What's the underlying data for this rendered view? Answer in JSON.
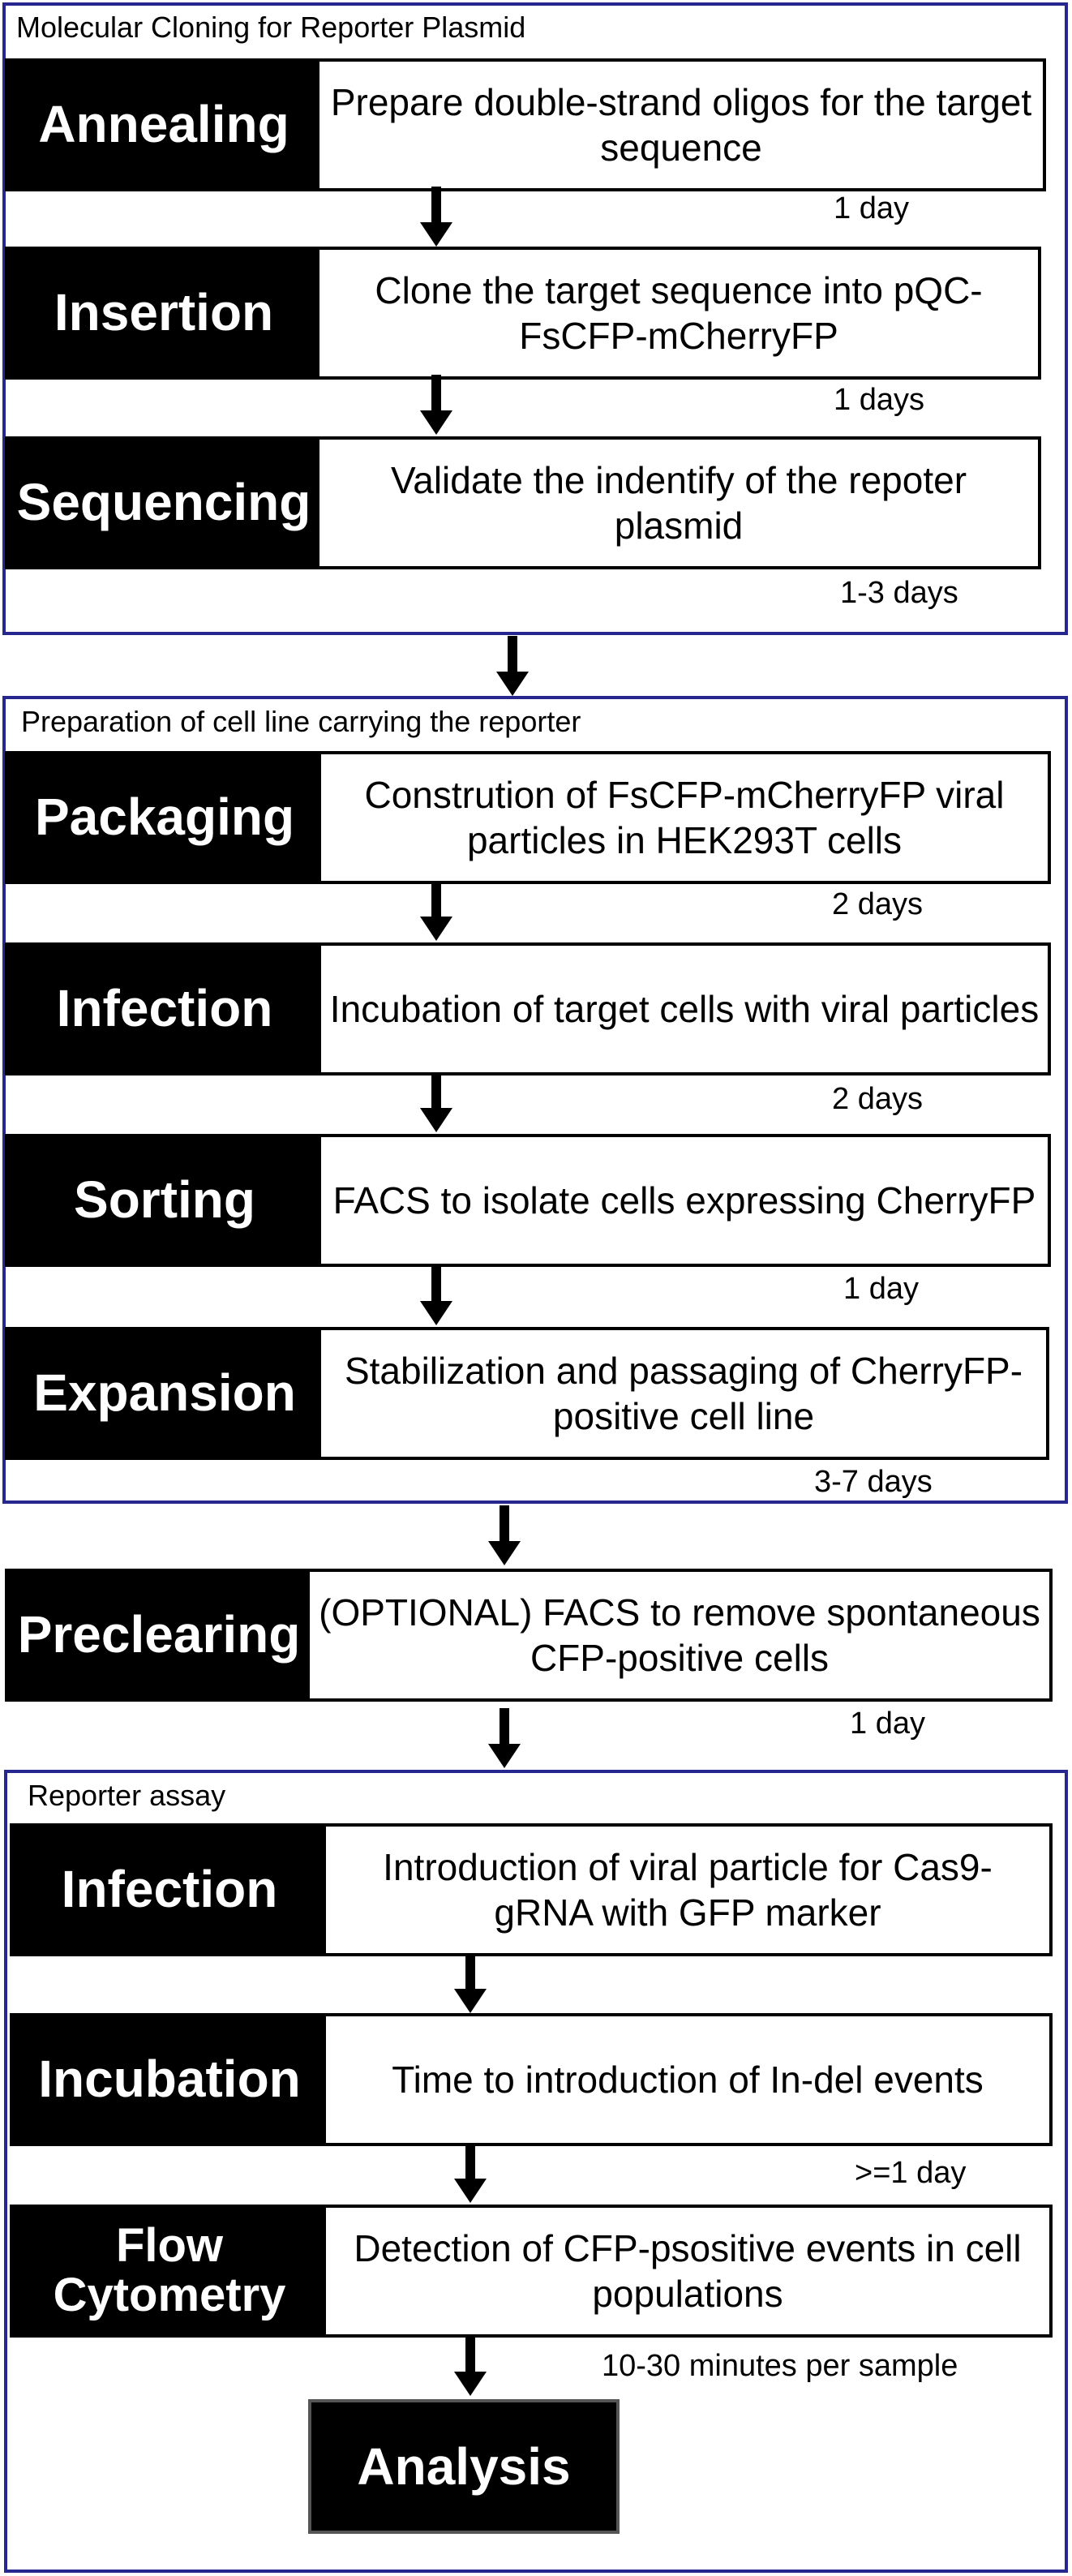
{
  "sections": [
    {
      "title": "Molecular Cloning for Reporter Plasmid",
      "steps": [
        {
          "label": "Annealing",
          "description": "Prepare double-strand oligos for the target sequence",
          "duration": "1 day"
        },
        {
          "label": "Insertion",
          "description": "Clone the target sequence into pQC-FsCFP-mCherryFP",
          "duration": "1 days"
        },
        {
          "label": "Sequencing",
          "description": "Validate the indentify of the repoter plasmid",
          "duration": "1-3 days"
        }
      ]
    },
    {
      "title": "Preparation of cell line carrying the reporter",
      "steps": [
        {
          "label": "Packaging",
          "description": "Constrution of FsCFP-mCherryFP viral particles in HEK293T cells",
          "duration": "2 days"
        },
        {
          "label": "Infection",
          "description": "Incubation of target cells with viral particles",
          "duration": "2 days"
        },
        {
          "label": "Sorting",
          "description": "FACS to isolate cells expressing CherryFP",
          "duration": "1 day"
        },
        {
          "label": "Expansion",
          "description": "Stabilization and passaging of CherryFP-positive cell line",
          "duration": "3-7 days"
        }
      ]
    },
    {
      "title": "",
      "steps": [
        {
          "label": "Preclearing",
          "description": "(OPTIONAL) FACS to remove spontaneous CFP-positive cells",
          "duration": "1 day"
        }
      ]
    },
    {
      "title": "Reporter assay",
      "steps": [
        {
          "label": "Infection",
          "description": "Introduction of viral particle for Cas9-gRNA with GFP marker",
          "duration": ""
        },
        {
          "label": "Incubation",
          "description": "Time to introduction of In-del events",
          "duration": ">=1 day"
        },
        {
          "label": "Flow Cytometry",
          "description": "Detection of CFP-psositive events in cell populations",
          "duration": "10-30  minutes per sample"
        }
      ]
    }
  ],
  "final_step": {
    "label": "Analysis"
  }
}
